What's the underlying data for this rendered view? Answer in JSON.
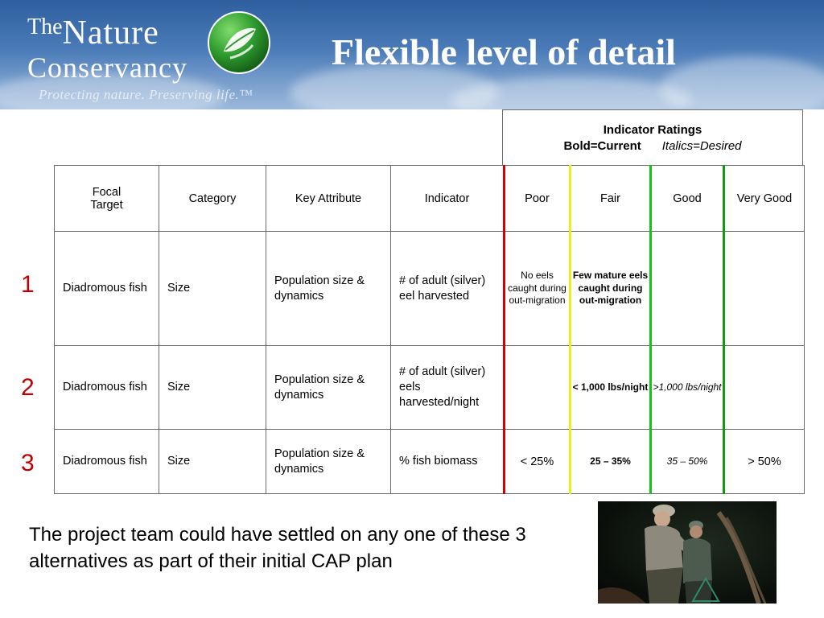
{
  "header": {
    "logo_the": "The",
    "logo_nature": "Nature",
    "logo_conservancy": "Conservancy",
    "tagline": "Protecting nature. Preserving life.™",
    "title": "Flexible level of detail",
    "colors": {
      "banner_top": "#2f5f9e",
      "banner_bottom": "#9bb8db",
      "globe_green": "#2e9a2e"
    }
  },
  "ratings": {
    "heading": "Indicator Ratings",
    "current_label": "Bold=Current",
    "desired_label": "Italics=Desired"
  },
  "table": {
    "headers": {
      "focal_target_line1": "Focal",
      "focal_target_line2": "Target",
      "category": "Category",
      "key_attribute": "Key Attribute",
      "indicator": "Indicator",
      "poor": "Poor",
      "fair": "Fair",
      "good": "Good",
      "very_good": "Very Good"
    },
    "rating_colors": {
      "poor": "#d40000",
      "fair": "#e8ef1a",
      "good": "#18c21a",
      "very_good": "#119a11"
    },
    "rows": [
      {
        "number": "1",
        "focal_target": "Diadromous fish",
        "category": "Size",
        "key_attribute": "Population size & dynamics",
        "indicator": "# of adult (silver) eel harvested",
        "poor": "No eels caught during out-migration",
        "fair": "Few mature eels caught during out-migration",
        "good": "",
        "very_good": ""
      },
      {
        "number": "2",
        "focal_target": "Diadromous fish",
        "category": "Size",
        "key_attribute": "Population size & dynamics",
        "indicator": "# of adult (silver) eels harvested/night",
        "poor": "",
        "fair": "< 1,000 lbs/night",
        "good": ">1,000 lbs/night",
        "very_good": ""
      },
      {
        "number": "3",
        "focal_target": "Diadromous fish",
        "category": "Size",
        "key_attribute": "Population size & dynamics",
        "indicator": "% fish biomass",
        "poor": "< 25%",
        "fair": "25 – 35%",
        "good": "35 – 50%",
        "very_good": "> 50%"
      }
    ]
  },
  "caption": "The project team could have settled on any one of these 3 alternatives as part of their initial CAP plan"
}
